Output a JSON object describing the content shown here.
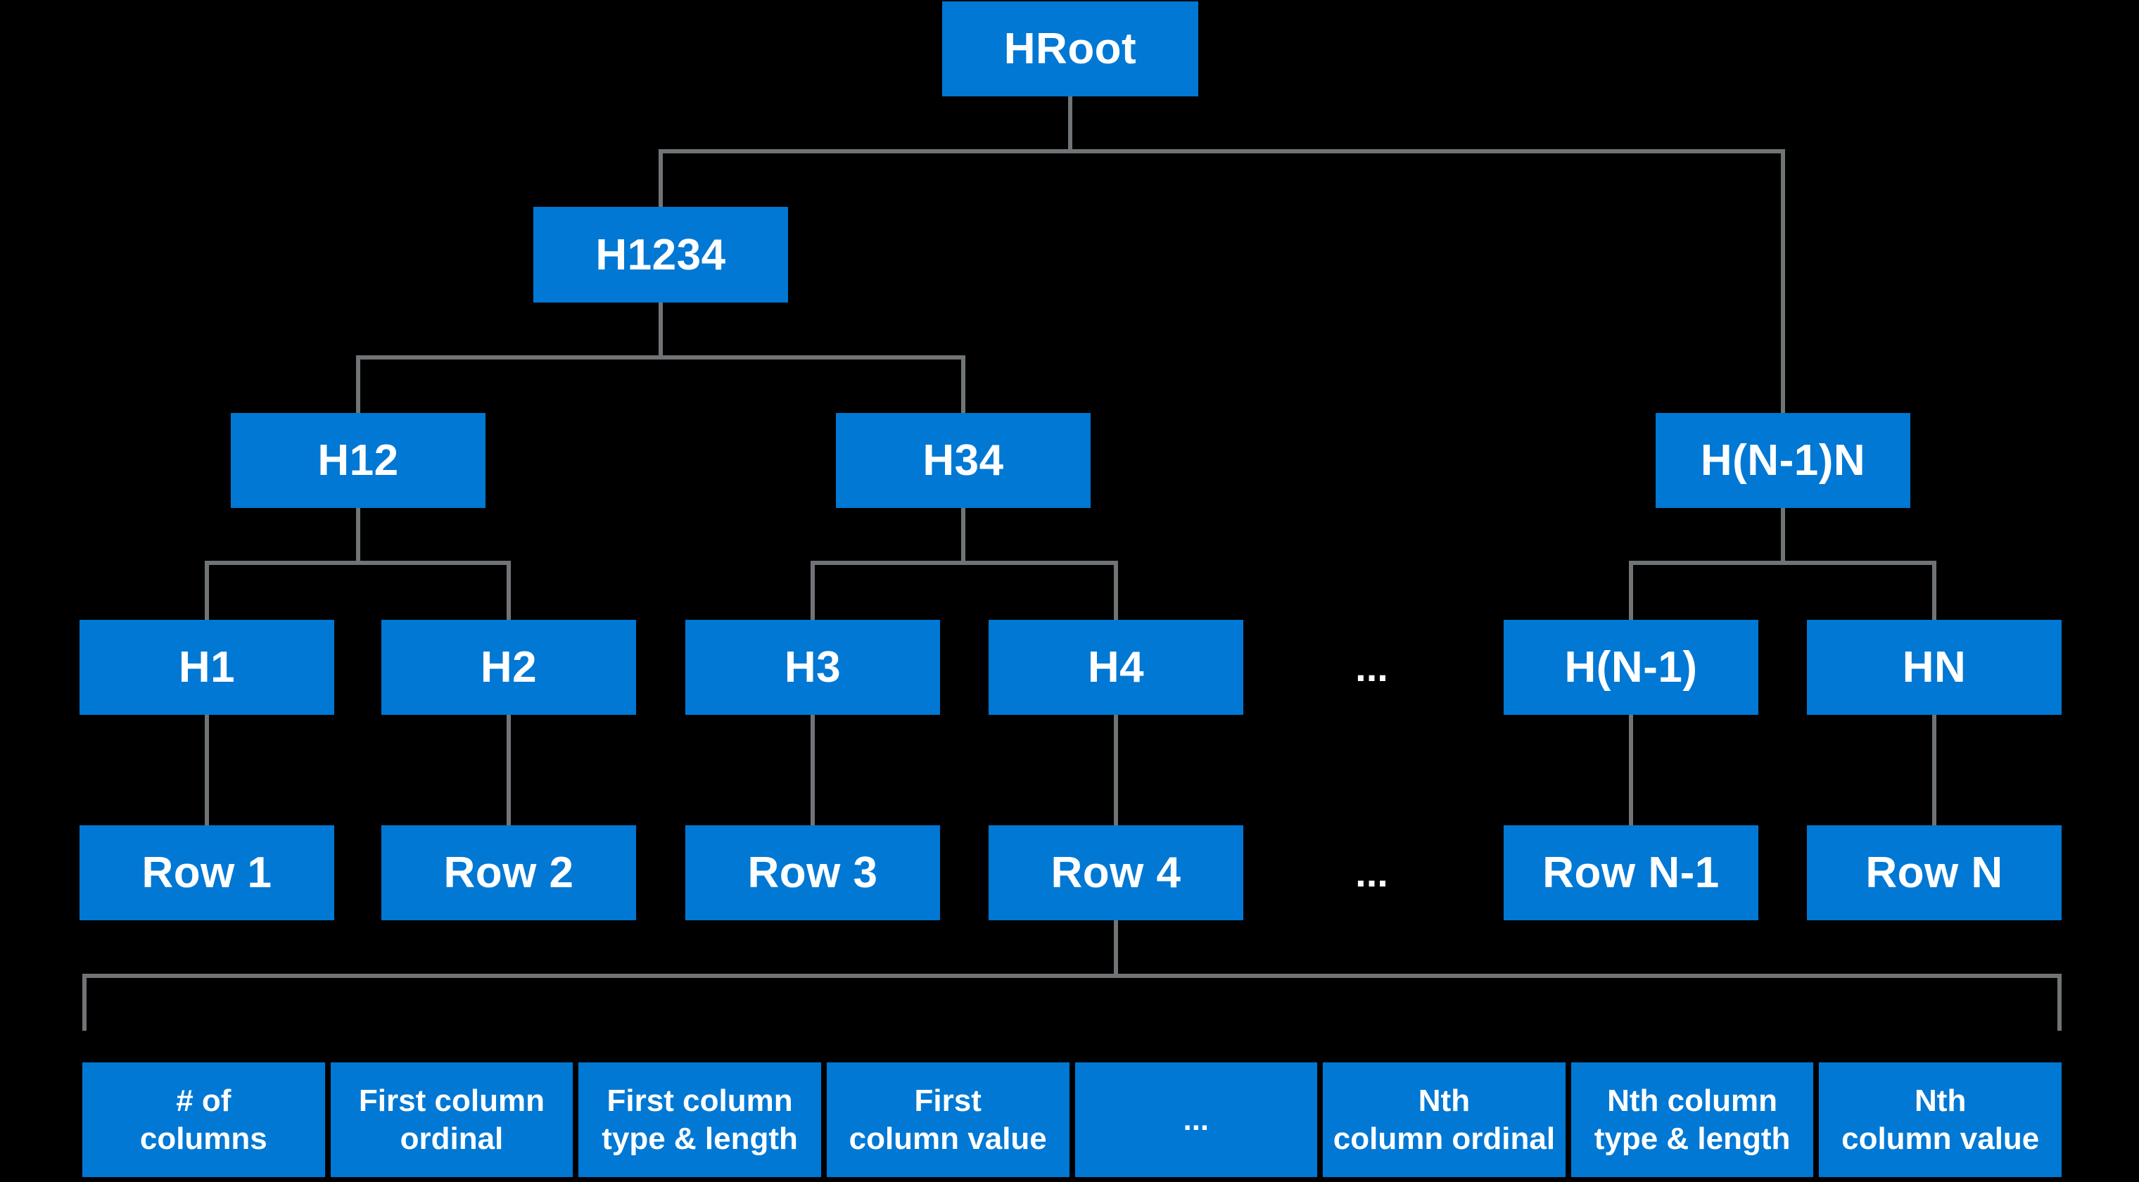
{
  "diagram": {
    "background_color": "#000000",
    "node_fill_color": "#0078D4",
    "node_text_color": "#FFFFFF",
    "connector_color": "#717476",
    "ellipsis": "...",
    "nodes": [
      {
        "id": "hroot",
        "label": "HRoot"
      },
      {
        "id": "h1234",
        "label": "H1234"
      },
      {
        "id": "h12",
        "label": "H12"
      },
      {
        "id": "h34",
        "label": "H34"
      },
      {
        "id": "hn1n",
        "label": "H(N-1)N"
      },
      {
        "id": "h1",
        "label": "H1"
      },
      {
        "id": "h2",
        "label": "H2"
      },
      {
        "id": "h3",
        "label": "H3"
      },
      {
        "id": "h4",
        "label": "H4"
      },
      {
        "id": "hn1",
        "label": "H(N-1)"
      },
      {
        "id": "hn",
        "label": "HN"
      },
      {
        "id": "row1",
        "label": "Row 1"
      },
      {
        "id": "row2",
        "label": "Row 2"
      },
      {
        "id": "row3",
        "label": "Row 3"
      },
      {
        "id": "row4",
        "label": "Row 4"
      },
      {
        "id": "rown1",
        "label": "Row N-1"
      },
      {
        "id": "rown",
        "label": "Row N"
      }
    ],
    "record_cells": [
      "# of\ncolumns",
      "First column\nordinal",
      "First column\ntype & length",
      "First\ncolumn value",
      "...",
      "Nth\ncolumn ordinal",
      "Nth column\ntype & length",
      "Nth\ncolumn value"
    ]
  }
}
